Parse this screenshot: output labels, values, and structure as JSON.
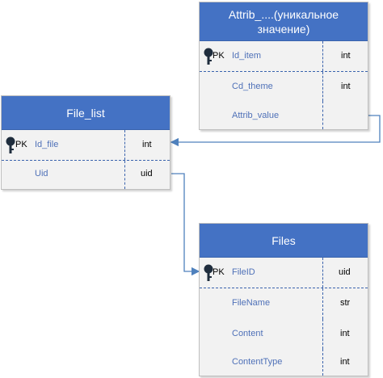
{
  "tables": {
    "attrib": {
      "title_line1": "Attrib_....(уникальное",
      "title_line2": "значение)",
      "columns": [
        {
          "pk": "PK",
          "name": "Id_item",
          "type": "int"
        },
        {
          "pk": "",
          "name": "Cd_theme",
          "type": "int"
        },
        {
          "pk": "",
          "name": "Attrib_value",
          "type": ""
        }
      ]
    },
    "file_list": {
      "title": "File_list",
      "columns": [
        {
          "pk": "PK",
          "name": "Id_file",
          "type": "int"
        },
        {
          "pk": "",
          "name": "Uid",
          "type": "uid"
        }
      ]
    },
    "files": {
      "title": "Files",
      "columns": [
        {
          "pk": "PK",
          "name": "FileID",
          "type": "uid"
        },
        {
          "pk": "",
          "name": "FileName",
          "type": "str"
        },
        {
          "pk": "",
          "name": "Content",
          "type": "int"
        },
        {
          "pk": "",
          "name": "ContentType",
          "type": "int"
        }
      ]
    }
  },
  "colors": {
    "header": "#4472c4",
    "body": "#f2f2f2",
    "column_name": "#4f71b8",
    "connector": "#4f81bd"
  },
  "icons": [
    "key-icon"
  ]
}
